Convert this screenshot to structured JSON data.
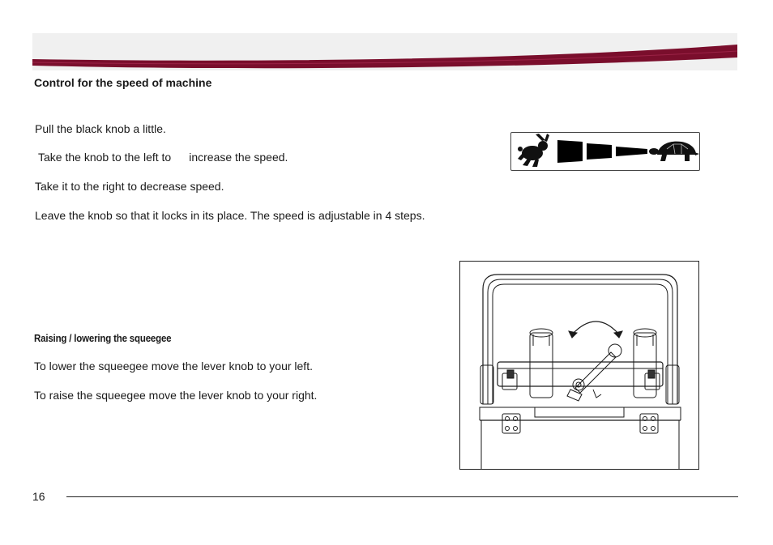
{
  "section_title": "Control for the speed of machine",
  "speed_instructions": {
    "line1": "Pull the black knob a little.",
    "line2_part1": "Take the knob to the left to",
    "line2_part2": "increase the speed.",
    "line3": "Take it to the right to decrease speed.",
    "line4": "Leave the knob so that it locks in its place. The speed is adjustable in 4 steps."
  },
  "speed_panel": {
    "fast_icon": "rabbit-icon",
    "slow_icon": "turtle-icon",
    "steps": 4
  },
  "squeegee": {
    "title": "Raising / lowering the squeegee",
    "line1": "To lower the squeegee move the lever knob to your left.",
    "line2": "To raise the squeegee move the lever knob to your right."
  },
  "page_number": "16",
  "colors": {
    "header_band": "#f0f0f0",
    "header_accent": "#7a0e2c"
  }
}
